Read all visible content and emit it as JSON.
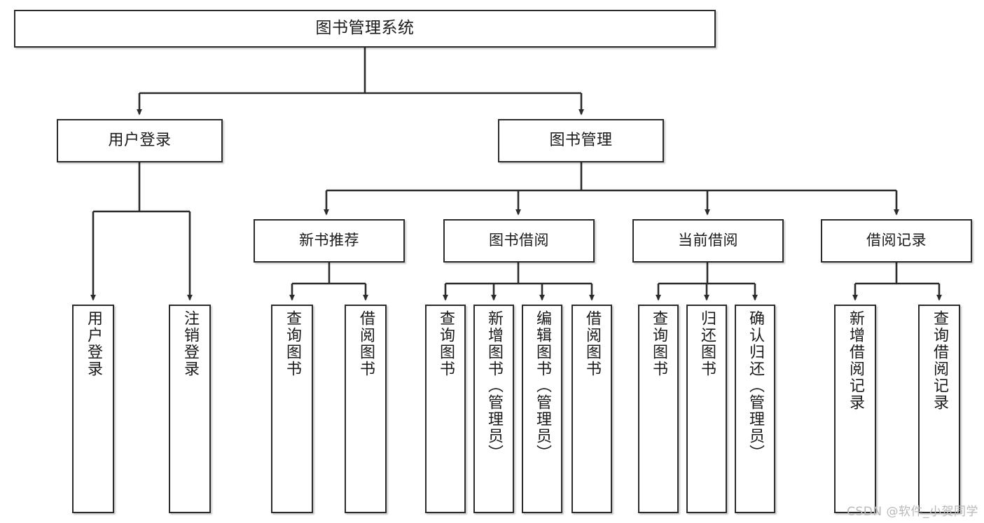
{
  "diagram": {
    "title": "图书管理系统",
    "type": "tree",
    "watermark": "CSDN @软件_小贺同学",
    "colors": {
      "border": "#2b2b2b",
      "background": "#ffffff",
      "text": "#1a1a1a",
      "edge": "#2b2b2b",
      "watermark": "#b9b9b9"
    },
    "nodes": {
      "root": {
        "label": "图书管理系统"
      },
      "level2": [
        {
          "id": "user-login",
          "label": "用户登录"
        },
        {
          "id": "book-manage",
          "label": "图书管理"
        }
      ],
      "level3": [
        {
          "id": "new-book-rec",
          "label": "新书推荐"
        },
        {
          "id": "book-borrow",
          "label": "图书借阅"
        },
        {
          "id": "current-borrow",
          "label": "当前借阅"
        },
        {
          "id": "borrow-record",
          "label": "借阅记录"
        }
      ],
      "leaves": {
        "user-login": [
          {
            "id": "leaf-user-login",
            "label": "用户登录"
          },
          {
            "id": "leaf-user-logout",
            "label": "注销登录"
          }
        ],
        "new-book-rec": [
          {
            "id": "leaf-query-book-1",
            "label": "查询图书"
          },
          {
            "id": "leaf-borrow-book-1",
            "label": "借阅图书"
          }
        ],
        "book-borrow": [
          {
            "id": "leaf-query-book-2",
            "label": "查询图书"
          },
          {
            "id": "leaf-add-book",
            "label": "新增图书（管理员）"
          },
          {
            "id": "leaf-edit-book",
            "label": "编辑图书（管理员）"
          },
          {
            "id": "leaf-borrow-book-2",
            "label": "借阅图书"
          }
        ],
        "current-borrow": [
          {
            "id": "leaf-query-book-3",
            "label": "查询图书"
          },
          {
            "id": "leaf-return-book",
            "label": "归还图书"
          },
          {
            "id": "leaf-confirm-return",
            "label": "确认归还（管理员）"
          }
        ],
        "borrow-record": [
          {
            "id": "leaf-add-record",
            "label": "新增借阅记录"
          },
          {
            "id": "leaf-query-record",
            "label": "查询借阅记录"
          }
        ]
      }
    }
  }
}
